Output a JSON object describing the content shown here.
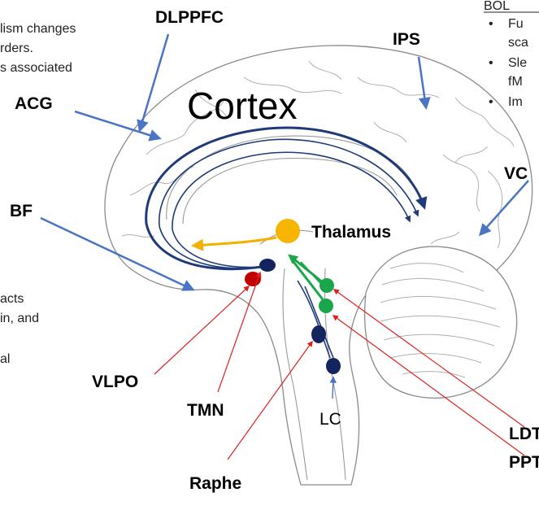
{
  "top_left_text": {
    "line1": "lism changes",
    "line2": "rders.",
    "line3": "s associated"
  },
  "left_text": {
    "line1": "acts",
    "line2": "in, and",
    "line3": "al"
  },
  "right_panel": {
    "heading": "BOL",
    "bullets": [
      {
        "line1": "Fu",
        "line2": "sca"
      },
      {
        "line1": "Sle",
        "line2": "fM"
      },
      {
        "line1": "Im",
        "line2": ""
      }
    ]
  },
  "labels": {
    "cortex": "Cortex",
    "dlppfc": "DLPPFC",
    "ips": "IPS",
    "acg": "ACG",
    "bf": "BF",
    "vc": "VC",
    "thalamus": "Thalamus",
    "vlpo": "VLPO",
    "tmn": "TMN",
    "raphe": "Raphe",
    "lc": "LC",
    "ldt": "LDT",
    "ppt": "PPT"
  },
  "colors": {
    "pathway_navy": "#1f3a78",
    "arrow_blue": "#4a74c4",
    "thalamus_yellow": "#f7b500",
    "arrow_orange": "#f4b000",
    "vlpo_red": "#c00000",
    "arrow_red": "#e02020",
    "ldt_ppt_green": "#1aa64a",
    "nucleus_navy": "#14245e"
  }
}
